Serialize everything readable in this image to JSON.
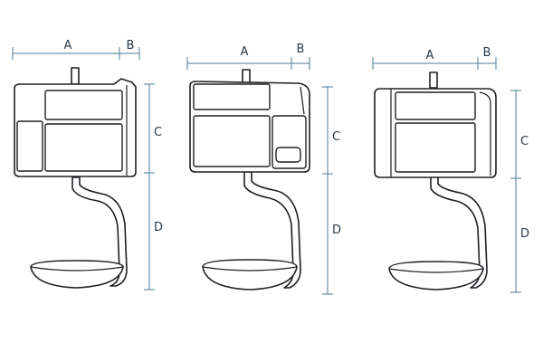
{
  "colors": {
    "line": "#1f2024",
    "dimension": "#4f7a93",
    "label": "#2a3a48",
    "background": "#ffffff"
  },
  "scales": [
    {
      "name": "scale-1",
      "labels": {
        "a": "A",
        "b": "B",
        "c": "C",
        "d": "D"
      }
    },
    {
      "name": "scale-2",
      "labels": {
        "a": "A",
        "b": "B",
        "c": "C",
        "d": "D"
      }
    },
    {
      "name": "scale-3",
      "labels": {
        "a": "A",
        "b": "B",
        "c": "C",
        "d": "D"
      }
    }
  ]
}
